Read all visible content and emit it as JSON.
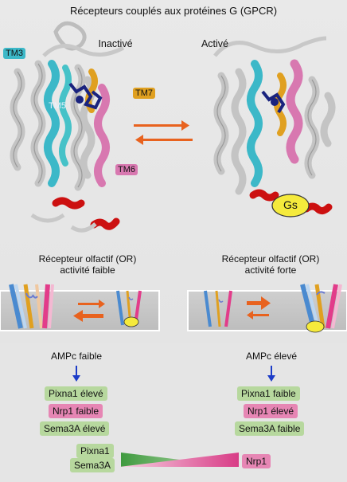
{
  "title": "Récepteurs couplés aux protéines G (GPCR)",
  "states": {
    "inactive": "Inactivé",
    "active": "Activé"
  },
  "tm_labels": {
    "tm3": "TM3",
    "tm5": "TM5",
    "tm7": "TM7",
    "tm6": "TM6",
    "gs": "Gs"
  },
  "or_low": {
    "title": "Récepteur olfactif (OR)",
    "subtitle": "activité faible"
  },
  "or_high": {
    "title": "Récepteur olfactif (OR)",
    "subtitle": "activité forte"
  },
  "low_column": {
    "camp": "AMPc faible",
    "items": [
      {
        "text": "Pixna1 élevé",
        "color": "#b7d89e"
      },
      {
        "text": "Nrp1 faible",
        "color": "#e686b4"
      },
      {
        "text": "Sema3A élevé",
        "color": "#b7d89e"
      }
    ]
  },
  "high_column": {
    "camp": "AMPc élevé",
    "items": [
      {
        "text": "Pixna1 faible",
        "color": "#b7d89e"
      },
      {
        "text": "Nrp1 élevé",
        "color": "#e686b4"
      },
      {
        "text": "Sema3A faible",
        "color": "#b7d89e"
      }
    ]
  },
  "gradient": {
    "left_top": "Pixna1",
    "left_bottom": "Sema3A",
    "right": "Nrp1"
  },
  "colors": {
    "arrow": "#e8621e",
    "tm3": "#3cb8c8",
    "tm6": "#d878b0",
    "tm7": "#e0a020",
    "ligand": "#1a237e",
    "helix_red": "#cc1010",
    "gs": "#f5ea3c",
    "down_arrow": "#1c3cc8"
  }
}
